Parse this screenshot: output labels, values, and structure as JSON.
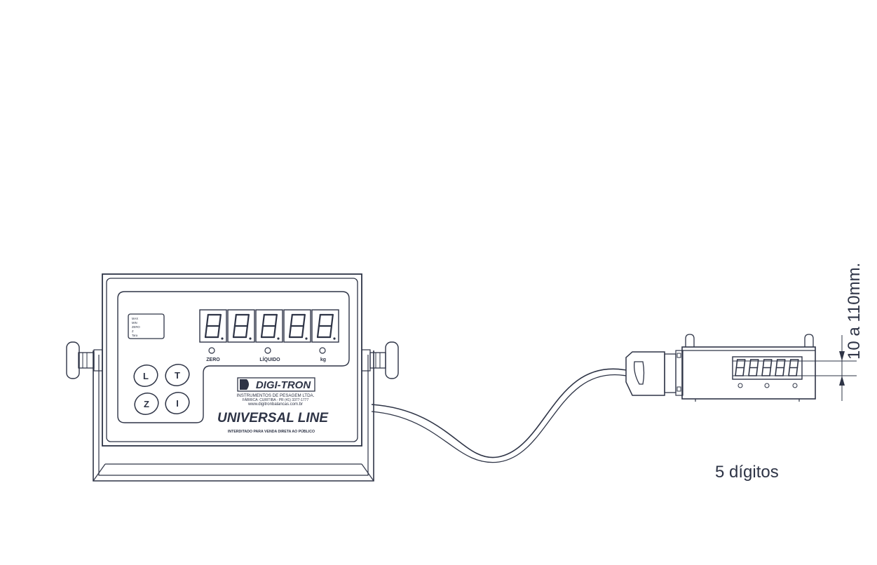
{
  "colors": {
    "ink": "#2e3446",
    "background": "#ffffff"
  },
  "indicator": {
    "status_labels": [
      "MAX",
      "MIN",
      "ZERO",
      "Z",
      "Tara"
    ],
    "display_digits": "88888",
    "led_labels": {
      "zero": "ZERO",
      "liquid": "LÍQUIDO",
      "unit": "kg"
    },
    "keys": [
      "L",
      "T",
      "Z",
      "I"
    ],
    "brand": "DIGI-TRON",
    "company_line1": "INSTRUMENTOS DE PESAGEM LTDA.",
    "company_line2": "FÁBRICA: CURITIBA - PR (41) 3377-1777",
    "website": "www.digitronbalancas.com.br",
    "model": "UNIVERSAL LINE",
    "legal_notice": "INTERDITADO PARA VENDA DIRETA AO PÚBLICO"
  },
  "remote_display": {
    "digits": "88888",
    "height_label": "10 a 110mm.",
    "caption": "5 dígitos"
  }
}
